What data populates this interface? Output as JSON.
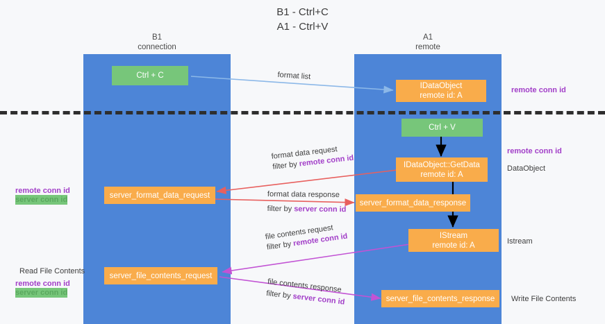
{
  "title": {
    "line1": "B1 - Ctrl+C",
    "line2": "A1 - Ctrl+V"
  },
  "lanes": [
    {
      "id": "b1",
      "name": "B1",
      "subtitle": "connection",
      "color": "#4d85d7"
    },
    {
      "id": "a1",
      "name": "A1",
      "subtitle": "remote",
      "color": "#4d85d7"
    }
  ],
  "nodes": {
    "ctrl_c": {
      "label": "Ctrl + C",
      "color": "#77c67a"
    },
    "ctrl_v": {
      "label": "Ctrl + V",
      "color": "#77c67a"
    },
    "idataobject": {
      "label": "IDataObject",
      "sublabel": "remote id: A",
      "color": "#f9ac4b"
    },
    "getdata": {
      "label": "IDataObject::GetData",
      "sublabel": "remote id: A",
      "color": "#f9ac4b"
    },
    "istream": {
      "label": "IStream",
      "sublabel": "remote id: A",
      "color": "#f9ac4b"
    },
    "server_format_data_request": {
      "label": "server_format_data_request",
      "color": "#f9ac4b"
    },
    "server_format_data_response": {
      "label": "server_format_data_response",
      "color": "#f9ac4b"
    },
    "server_file_contents_request": {
      "label": "server_file_contents_request",
      "color": "#f9ac4b"
    },
    "server_file_contents_response": {
      "label": "server_file_contents_response",
      "color": "#f9ac4b"
    }
  },
  "edges": {
    "format_list": {
      "label": "format list",
      "color": "#8cb8e8"
    },
    "format_data_request": {
      "line1": "format data request",
      "filter_prefix": "filter by ",
      "filter_key": "remote conn id",
      "color": "#e8605e"
    },
    "format_data_response": {
      "line1": "format data response",
      "filter_prefix": "filter by ",
      "filter_key": "server conn id",
      "color": "#e8605e"
    },
    "file_contents_request": {
      "line1": "file contents request",
      "filter_prefix": "filter by ",
      "filter_key": "remote conn id",
      "color": "#c253d4"
    },
    "file_contents_response": {
      "line1": "file contents response",
      "filter_prefix": "filter by ",
      "filter_key": "server conn id",
      "color": "#c253d4"
    }
  },
  "annotations": {
    "right_top_remote_conn_id": "remote conn id",
    "right_mid_remote_conn_id": "remote conn id",
    "right_dataobject": "DataObject",
    "right_istream": "Istream",
    "right_write_file_contents": "Write File Contents",
    "left_remote_conn_id": "remote conn id",
    "left_server_conn_id": "server conn id",
    "left_read_file_contents": "Read File Contents",
    "left_remote_conn_id_2": "remote conn id",
    "left_server_conn_id_2": "server conn id"
  },
  "colors": {
    "lane": "#4d85d7",
    "green_node": "#77c67a",
    "orange_node": "#f9ac4b",
    "purple_text": "#a23fc8",
    "green_text": "#5aa85e",
    "red_arrow": "#e8605e",
    "purple_arrow": "#c253d4",
    "blue_arrow": "#8cb8e8",
    "divider": "#2e2e2e",
    "background": "#f7f8fa"
  }
}
